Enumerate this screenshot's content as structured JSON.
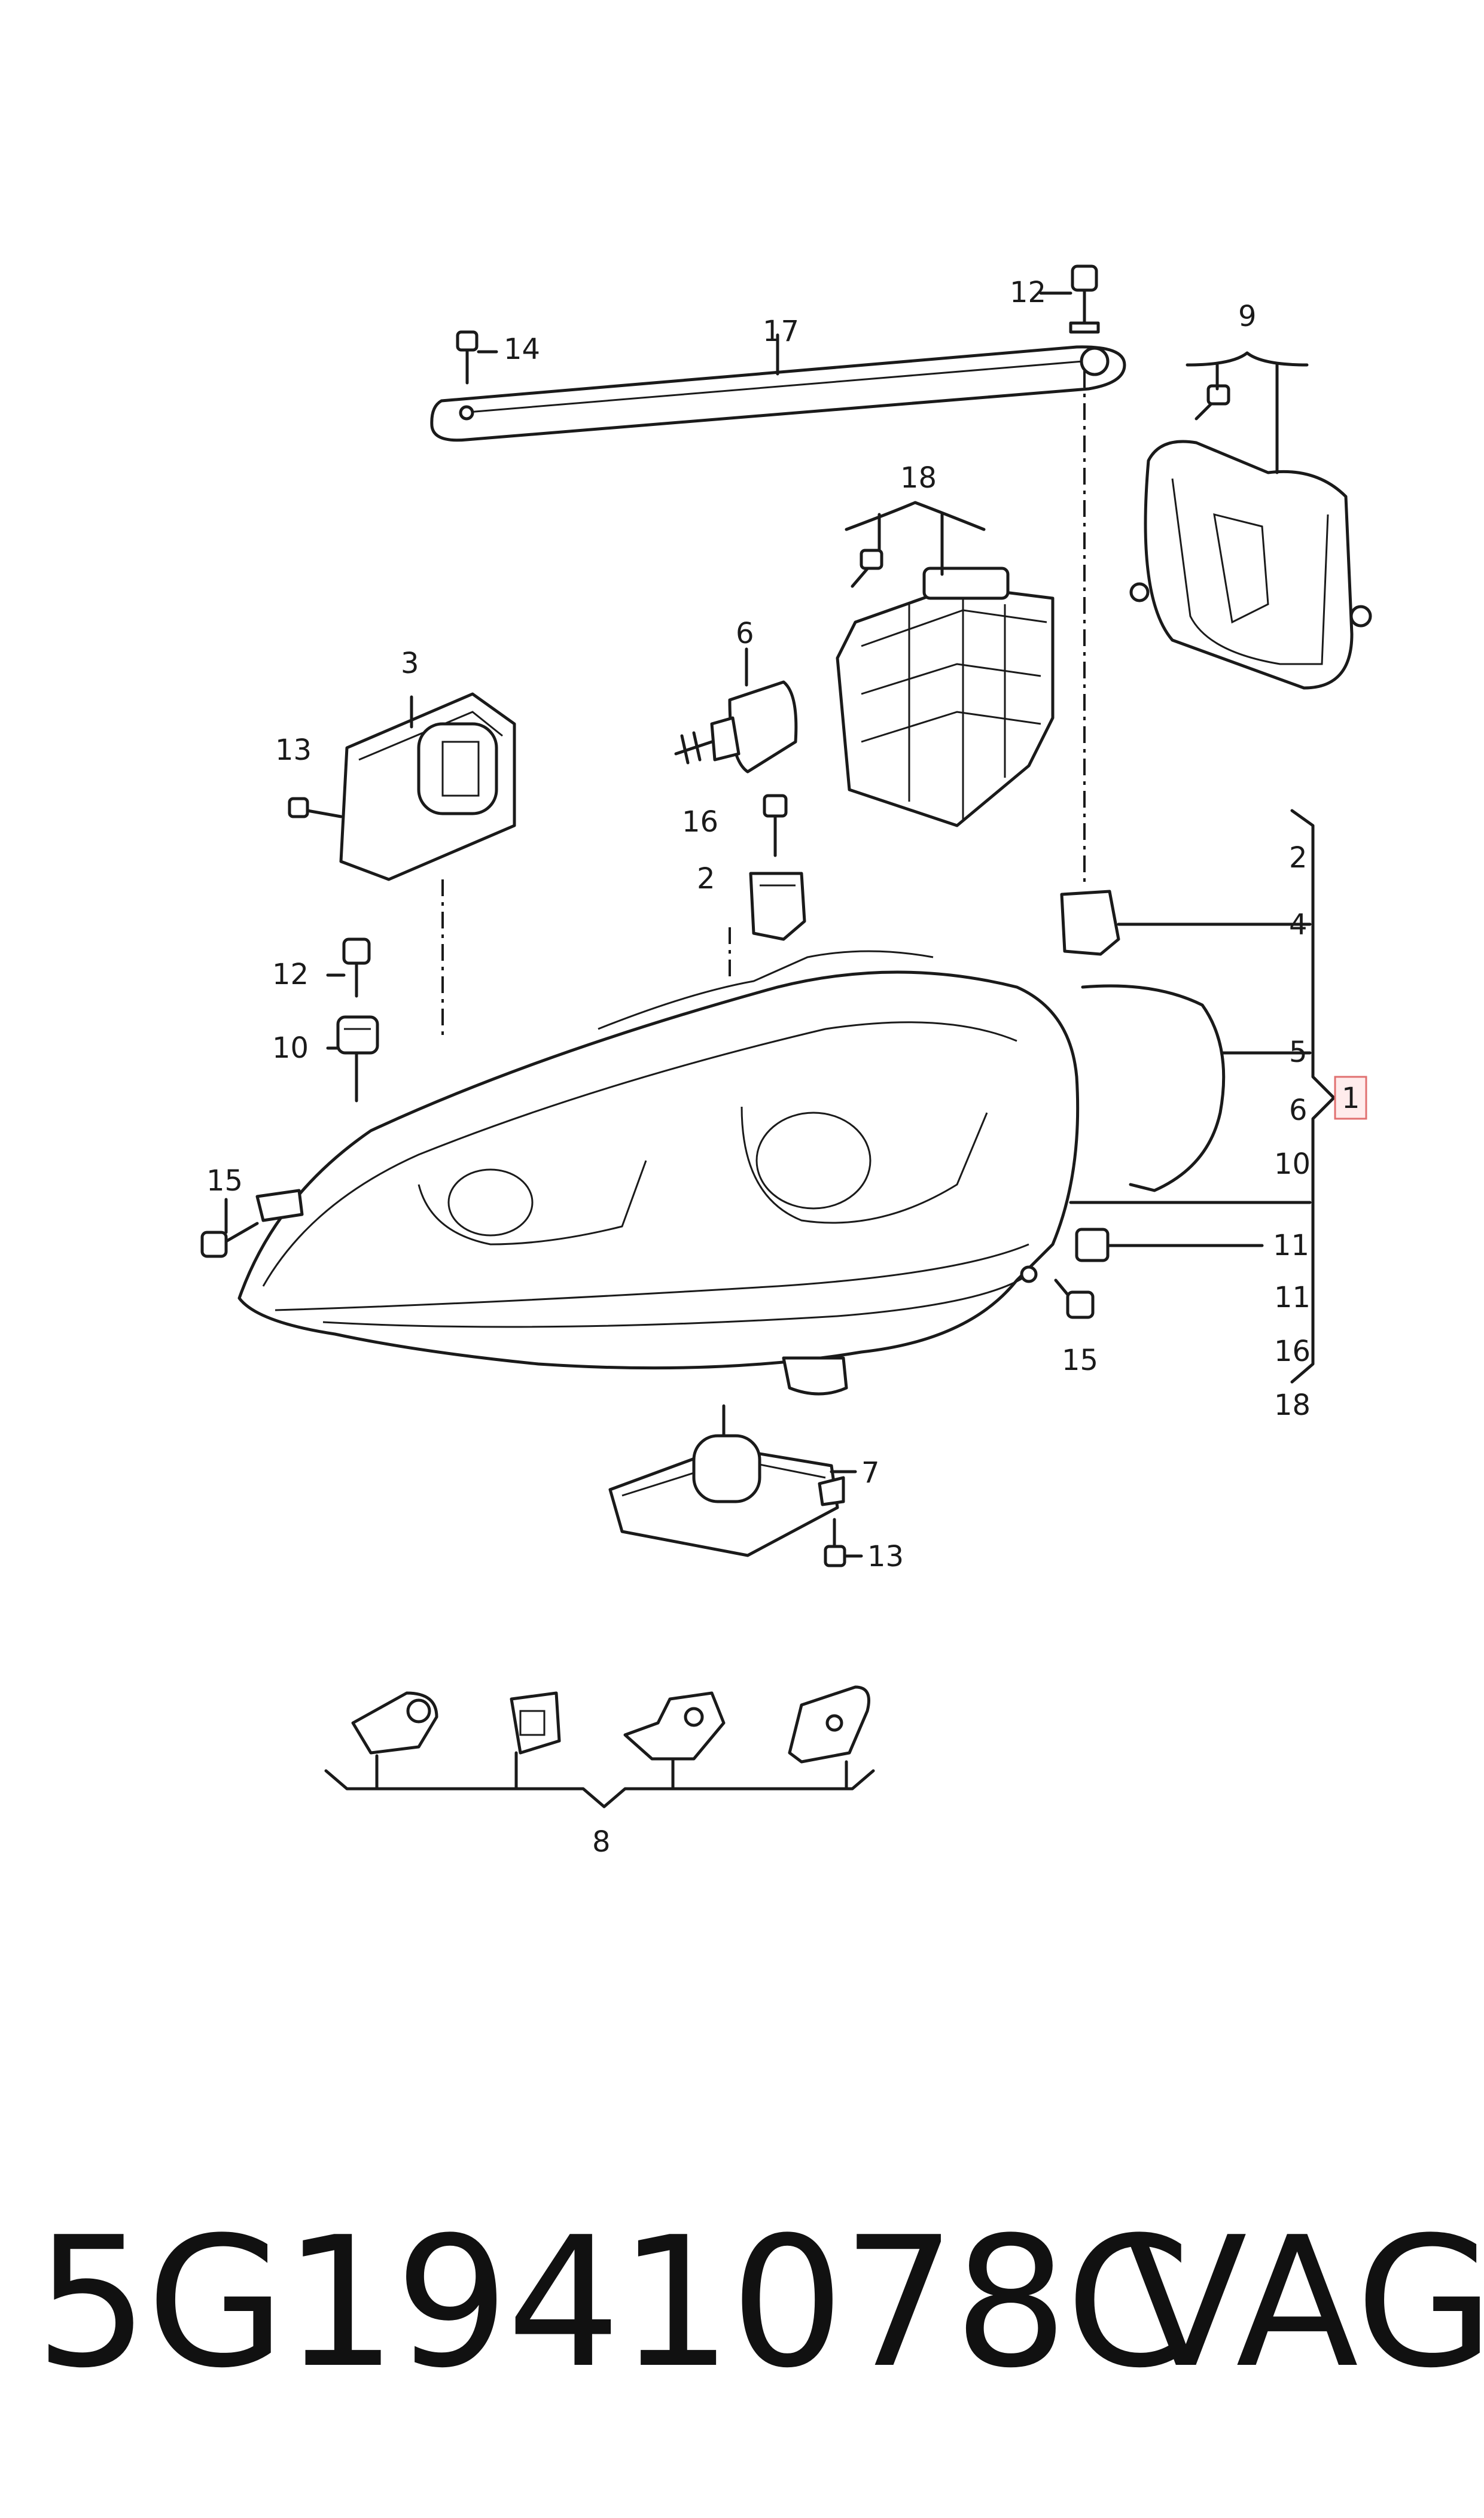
{
  "callouts": {
    "c12_top": "12",
    "c17": "17",
    "c14": "14",
    "c9": "9",
    "c18_mid": "18",
    "c6_part": "6",
    "c3": "3",
    "c13_left": "13",
    "c16_left": "16",
    "c2_left": "2",
    "c12_left": "12",
    "c10_left": "10",
    "c15_left": "15",
    "c15_bottom": "15",
    "c7": "7",
    "c13_bottom": "13",
    "c8": "8",
    "c11_arrow": "11"
  },
  "right_list": [
    "2",
    "4",
    "5",
    "6",
    "10",
    "11",
    "16",
    "18"
  ],
  "reference_box": "1",
  "footer": {
    "part_number": "5G1941078C",
    "brand": "VAG"
  },
  "colors": {
    "line": "#1a1a1a",
    "reference_box": "#e07070"
  }
}
